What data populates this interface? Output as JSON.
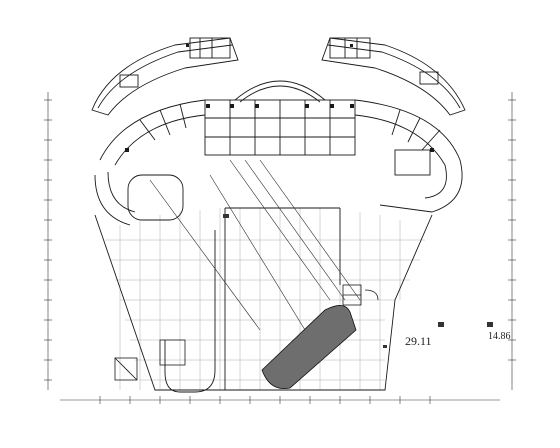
{
  "drawing": {
    "type": "architectural floor plan",
    "background": "#ffffff",
    "line_color": "#1a1a1a",
    "hatch_color": "#6e6e6e",
    "labels": {
      "elevation_left": "29.11",
      "elevation_right": "14.86"
    }
  }
}
